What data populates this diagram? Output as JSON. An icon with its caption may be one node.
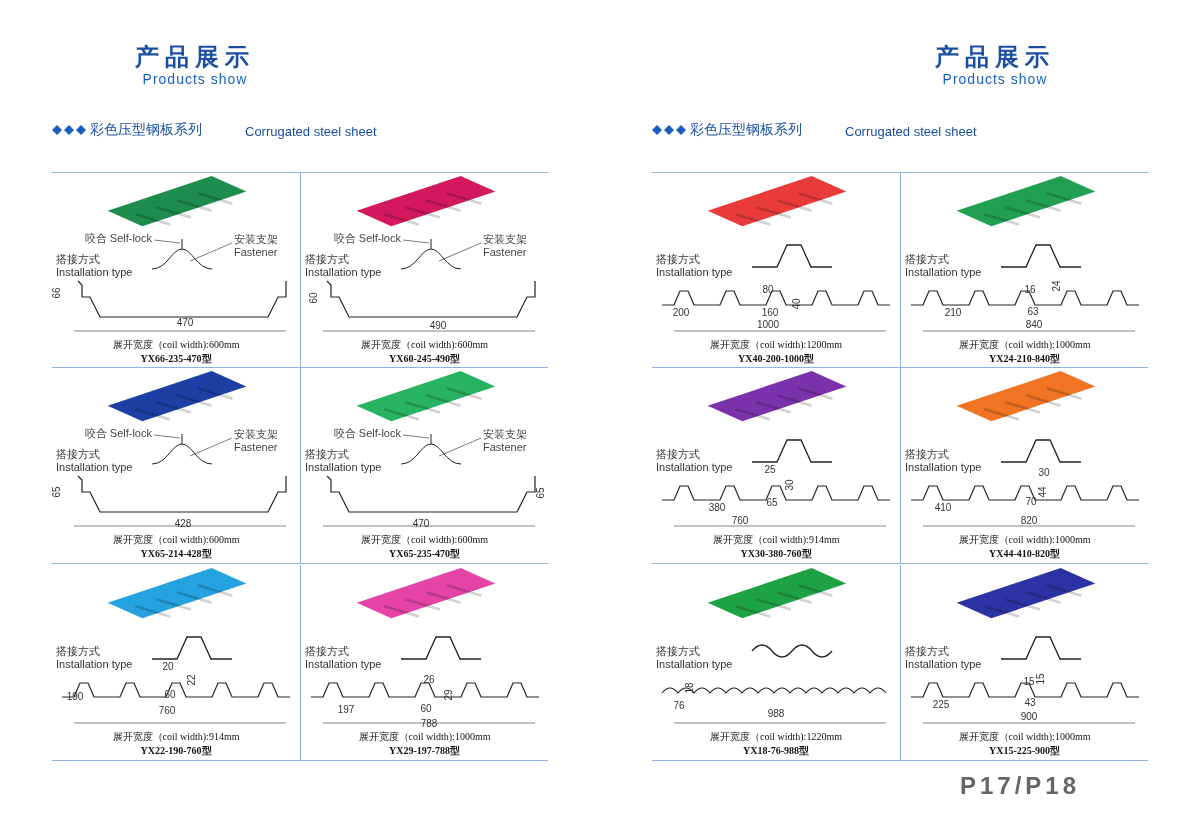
{
  "diagram": {
    "nodes": [
      {
        "text": [
          "搭接方式 Installation type",
          "展开宽度（coil width):600mm",
          "YX66-235-470型"
        ]
      },
      {
        "text": [
          "咬合 Self-lock"
        ],
        "in": 0
      },
      {
        "text": [
          "安装支架 Fastener"
        ],
        "in": 0
      },
      {
        "text": [
          "搭接方式 Installation type",
          "展开宽度（coil width):600mm",
          "YX60-245-490型"
        ]
      },
      {
        "text": [
          "咬合 Self-lock"
        ],
        "in": 3
      },
      {
        "text": [
          "安装支架 Fastener"
        ],
        "in": 3
      },
      {
        "text": [
          "搭接方式 Installation type",
          "展开宽度（coil width):600mm",
          "YX65-214-428型"
        ]
      },
      {
        "text": [
          "咬合 Self-lock"
        ],
        "in": 6
      },
      {
        "text": [
          "安装支架 Fastener"
        ],
        "in": 6
      },
      {
        "text": [
          "搭接方式 Installation type",
          "展开宽度（coil width):600mm",
          "YX65-235-470型"
        ]
      },
      {
        "text": [
          "咬合 Self-lock"
        ],
        "in": 9
      },
      {
        "text": [
          "安装支架 Fastener"
        ],
        "in": 9
      },
      {
        "text": [
          "搭接方式 Installation type",
          "展开宽度（coil width):914mm",
          "YX22-190-760型"
        ]
      },
      {
        "text": [
          "搭接方式 Installation type",
          "展开宽度（coil width):1000mm",
          "YX29-197-788型"
        ]
      },
      {
        "text": [
          "搭接方式 Installation type",
          "展开宽度（coil width):1200mm",
          "YX40-200-1000型"
        ]
      },
      {
        "text": [
          "搭接方式 Installation type",
          "展开宽度（coil width):1000mm",
          "YX24-210-840型"
        ]
      },
      {
        "text": [
          "搭接方式 Installation type",
          "展开宽度（coil width):914mm",
          "YX30-380-760型"
        ]
      },
      {
        "text": [
          "搭接方式 Installation type",
          "展开宽度（coil width):1000mm",
          "YX44-410-820型"
        ]
      },
      {
        "text": [
          "搭接方式 Installation type",
          "展开宽度（coil width):1220mm",
          "YX18-76-988型"
        ]
      },
      {
        "text": [
          "搭接方式 Installation type",
          "展开宽度（coil width):1000mm",
          "YX15-225-900型"
        ]
      }
    ],
    "edges": [
      {
        "from": 1,
        "to": null,
        "arrow": "none"
      },
      {
        "from": 2,
        "to": null,
        "arrow": "none"
      },
      {
        "from": 4,
        "to": null,
        "arrow": "none"
      },
      {
        "from": 5,
        "to": null,
        "arrow": "none"
      },
      {
        "from": 7,
        "to": null,
        "arrow": "none"
      },
      {
        "from": 8,
        "to": null,
        "arrow": "none"
      },
      {
        "from": 10,
        "to": null,
        "arrow": "none"
      },
      {
        "from": 11,
        "to": null,
        "arrow": "none"
      }
    ],
    "labels": [
      "产品展示",
      "Products show",
      "产品展示",
      "Products show",
      "彩色压型钢板系列",
      "Corrugated steel sheet",
      "彩色压型钢板系列",
      "Corrugated steel sheet",
      "66",
      "470",
      "60",
      "490",
      "65",
      "428",
      "65",
      "470",
      "20",
      "22",
      "190",
      "60",
      "760",
      "26",
      "29",
      "197",
      "60",
      "788",
      "80",
      "40",
      "200",
      "160",
      "1000",
      "16",
      "24",
      "210",
      "63",
      "840",
      "25",
      "30",
      "380",
      "65",
      "760",
      "30",
      "44",
      "410",
      "70",
      "820",
      "18",
      "76",
      "988",
      "15",
      "15",
      "225",
      "43",
      "900",
      "P17/P18"
    ]
  }
}
